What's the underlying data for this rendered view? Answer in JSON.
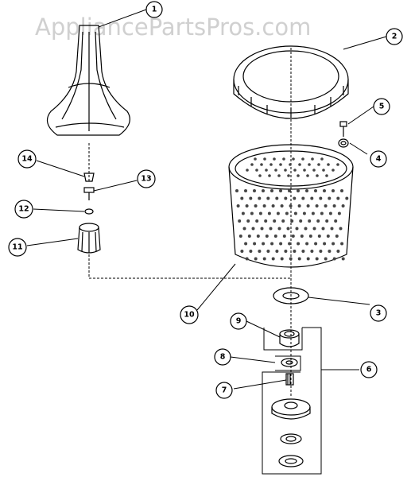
{
  "watermark": "AppliancePartsPros.com",
  "colors": {
    "ink": "#000000",
    "watermark": "#d0d0d0",
    "background": "#ffffff"
  },
  "callouts": [
    {
      "id": "c1",
      "label": "1"
    },
    {
      "id": "c2",
      "label": "2"
    },
    {
      "id": "c3",
      "label": "3"
    },
    {
      "id": "c4",
      "label": "4"
    },
    {
      "id": "c5",
      "label": "5"
    },
    {
      "id": "c6",
      "label": "6"
    },
    {
      "id": "c7",
      "label": "7"
    },
    {
      "id": "c8",
      "label": "8"
    },
    {
      "id": "c9",
      "label": "9"
    },
    {
      "id": "c10",
      "label": "10"
    },
    {
      "id": "c11",
      "label": "11"
    },
    {
      "id": "c12",
      "label": "12"
    },
    {
      "id": "c13",
      "label": "13"
    },
    {
      "id": "c14",
      "label": "14"
    }
  ]
}
